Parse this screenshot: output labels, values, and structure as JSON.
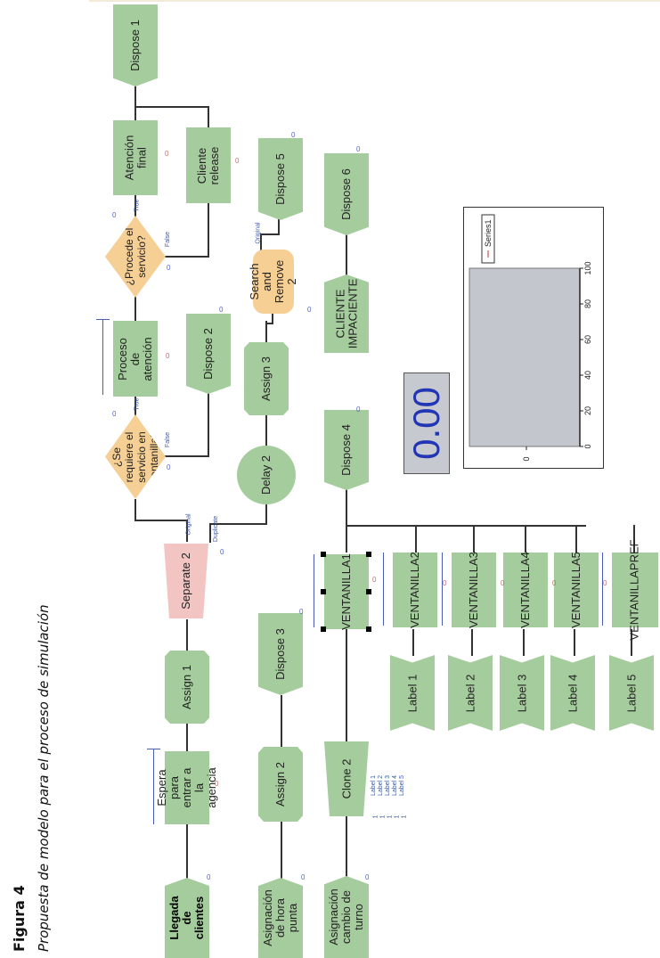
{
  "caption": {
    "title": "Figura 4",
    "subtitle": "Propuesta de modelo para el proceso de simulación"
  },
  "nodes": {
    "llegada": "Llegada de clientes",
    "espera": "Espera para entrar a la agencia",
    "assign1": "Assign 1",
    "separate2": "Separate 2",
    "se_requiere": "¿Se requiere el servicio en ventanilla?",
    "proceso_atencion": "Proceso de atención",
    "procede": "¿Procede el servicio?",
    "atencion_final": "Atención final",
    "dispose1": "Dispose 1",
    "dispose2": "Dispose 2",
    "cliente_release": "Cliente release",
    "delay2": "Delay 2",
    "assign3": "Assign 3",
    "search_remove": "Search and Remove 2",
    "dispose5": "Dispose 5",
    "asignacion_hora": "Asignación de hora punta",
    "assign2": "Assign 2",
    "dispose3": "Dispose 3",
    "asignacion_turno": "Asignación cambio de turno",
    "clone2": "Clone 2",
    "ventanillas": [
      "VENTANILLA1",
      "VENTANILLA2",
      "VENTANILLA3",
      "VENTANILLA4",
      "VENTANILLA5",
      "VENTANILLAPREF"
    ],
    "labels": [
      "Label 1",
      "Label 2",
      "Label 3",
      "Label 4",
      "Label 5"
    ],
    "dispose4": "Dispose 4",
    "cliente_impaciente": "CLIENTE IMPACIENTE",
    "dispose6": "Dispose 6"
  },
  "branch_labels": {
    "true": "True",
    "false": "False",
    "original": "Original",
    "duplicate": "Duplicate"
  },
  "clone_table": {
    "labels": [
      "Label 1",
      "Label 2",
      "Label 3",
      "Label 4",
      "Label 5"
    ],
    "values": [
      "1",
      "1",
      "1",
      "1",
      "1"
    ]
  },
  "counter_value": "0",
  "digital_display": "0.00",
  "chart_data": {
    "type": "line",
    "legend": [
      "Series1"
    ],
    "legend_placement": "top-right",
    "series": [
      {
        "name": "Series1",
        "values": []
      }
    ],
    "x_ticks": [
      "0",
      "20",
      "40",
      "60",
      "80",
      "100"
    ],
    "y_ticks": [
      "0"
    ],
    "xlim": [
      0,
      100
    ],
    "series_color": "#c03030",
    "plot_bg": "#c3c6cc"
  }
}
